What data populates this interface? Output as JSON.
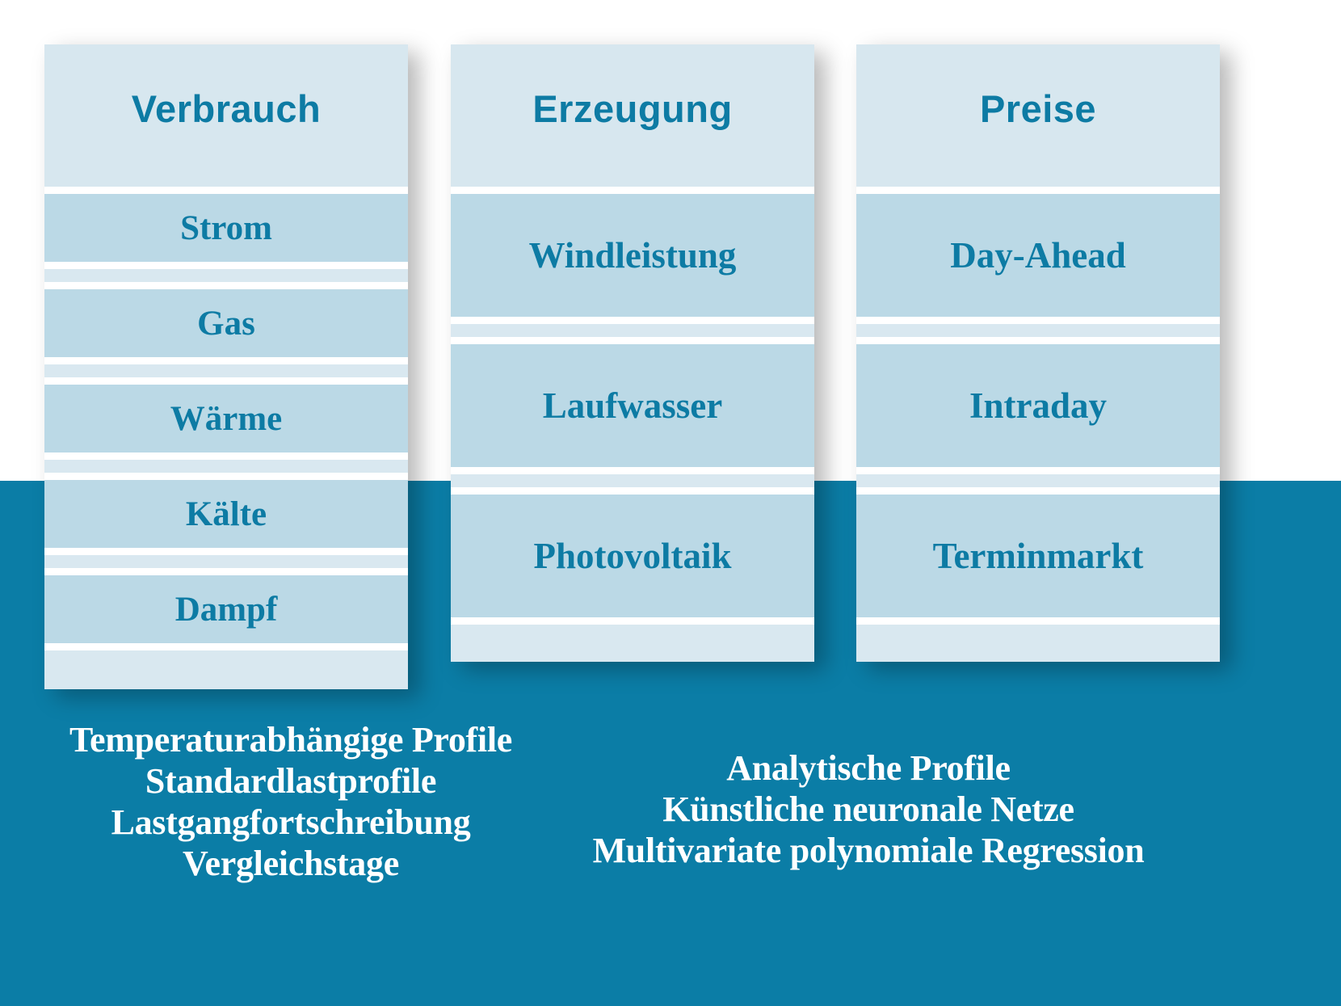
{
  "colors": {
    "background_top": "#ffffff",
    "background_bottom_band": "#0b7da6",
    "card_header_bg": "#d7e7ef",
    "card_row_bg": "#bbd9e6",
    "card_separator_tint": "#d9e8f0",
    "heading_text": "#0d7ba4",
    "item_text": "#0d7ba4",
    "caption_text": "#ffffff"
  },
  "columns": [
    {
      "title": "Verbrauch",
      "items": [
        "Strom",
        "Gas",
        "Wärme",
        "Kälte",
        "Dampf"
      ]
    },
    {
      "title": "Erzeugung",
      "items": [
        "Windleistung",
        "Laufwasser",
        "Photovoltaik"
      ]
    },
    {
      "title": "Preise",
      "items": [
        "Day-Ahead",
        "Intraday",
        "Terminmarkt"
      ]
    }
  ],
  "captions": {
    "left": [
      "Temperaturabhängige Profile",
      "Standardlastprofile",
      "Lastgangfortschreibung",
      "Vergleichstage"
    ],
    "right": [
      "Analytische Profile",
      "Künstliche neuronale Netze",
      "Multivariate polynomiale Regression"
    ]
  }
}
